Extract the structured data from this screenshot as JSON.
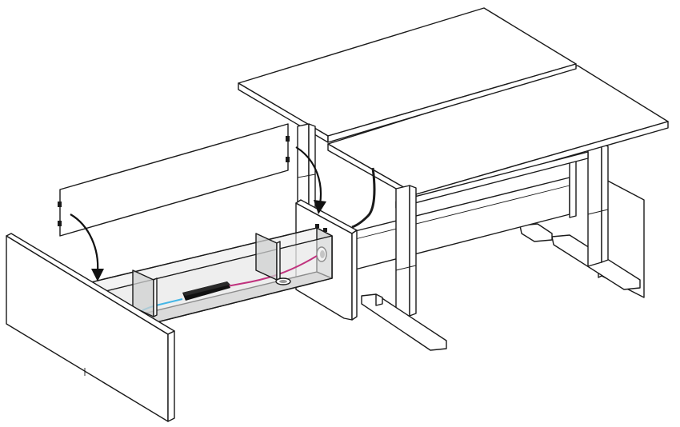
{
  "diagram": {
    "colors": {
      "outline": "#1a1a1a",
      "cable_blue": "#45b6e6",
      "cable_magenta": "#c0337e",
      "power_supply": "#111111",
      "glass_tray": "#e9eaea",
      "tray_floor": "#c9cacb"
    },
    "parts": [
      "desk-top-left",
      "desk-top-right",
      "lift-column",
      "t-foot",
      "crossbar",
      "modesty-panel",
      "privacy-screen-left",
      "privacy-screen-upper",
      "end-panel-left",
      "end-panel-center",
      "end-panel-right",
      "cable-tray",
      "tray-divider",
      "power-supply",
      "grommet",
      "cable-blue",
      "cable-magenta",
      "cable-black",
      "mounting-arrow"
    ]
  }
}
